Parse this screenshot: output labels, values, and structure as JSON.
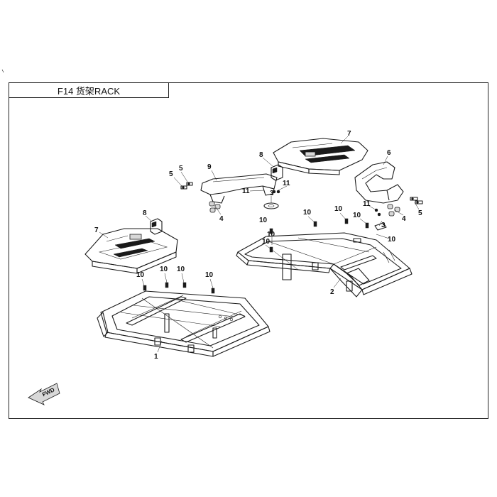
{
  "header": {
    "title": "F14 货架RACK"
  },
  "fwd_arrow": {
    "label": "FWD",
    "icon": "fwd-arrow-icon"
  },
  "callouts": [
    {
      "id": "c1",
      "text": "1"
    },
    {
      "id": "c2",
      "text": "2"
    },
    {
      "id": "c3a",
      "text": "3"
    },
    {
      "id": "c3b",
      "text": "3"
    },
    {
      "id": "c4a",
      "text": "4"
    },
    {
      "id": "c4b",
      "text": "4"
    },
    {
      "id": "c5a",
      "text": "5"
    },
    {
      "id": "c5b",
      "text": "5"
    },
    {
      "id": "c5c",
      "text": "5"
    },
    {
      "id": "c6",
      "text": "6"
    },
    {
      "id": "c7a",
      "text": "7"
    },
    {
      "id": "c7b",
      "text": "7"
    },
    {
      "id": "c8a",
      "text": "8"
    },
    {
      "id": "c8b",
      "text": "8"
    },
    {
      "id": "c9",
      "text": "9"
    },
    {
      "id": "c10a",
      "text": "10"
    },
    {
      "id": "c10b",
      "text": "10"
    },
    {
      "id": "c10c",
      "text": "10"
    },
    {
      "id": "c10d",
      "text": "10"
    },
    {
      "id": "c10e",
      "text": "10"
    },
    {
      "id": "c10f",
      "text": "10"
    },
    {
      "id": "c10g",
      "text": "10"
    },
    {
      "id": "c10h",
      "text": "10"
    },
    {
      "id": "c10i",
      "text": "10"
    },
    {
      "id": "c10j",
      "text": "10"
    },
    {
      "id": "c10k",
      "text": "10"
    },
    {
      "id": "c11a",
      "text": "11"
    },
    {
      "id": "c11b",
      "text": "11"
    },
    {
      "id": "c11c",
      "text": "11"
    }
  ]
}
